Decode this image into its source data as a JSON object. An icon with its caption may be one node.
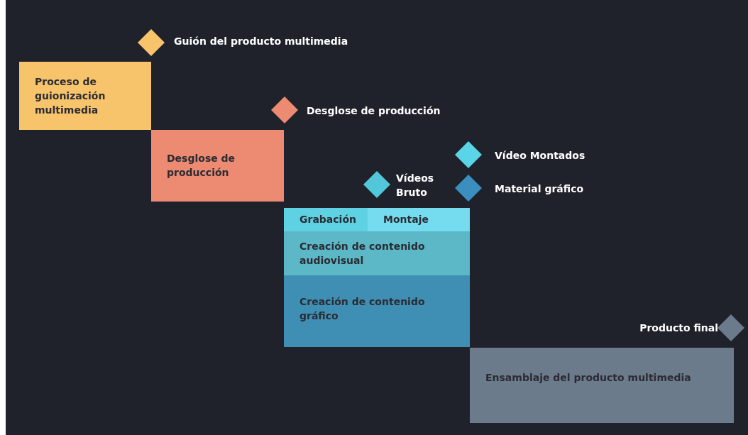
{
  "diagram": {
    "nodes": [
      {
        "text": [],
        "shape": "diamond",
        "beside": [
          "Guión del producto multimedia"
        ]
      },
      {
        "text": [
          "Proceso de guionización multimedia"
        ]
      },
      {
        "text": [],
        "shape": "diamond",
        "beside": [
          "Desglose de producción"
        ]
      },
      {
        "text": [
          "Desglose de producción"
        ]
      },
      {
        "text": [],
        "shape": "diamond",
        "beside": [
          "Vídeo Montados"
        ]
      },
      {
        "text": [],
        "shape": "diamond",
        "beside": [
          "Vídeos Bruto"
        ]
      },
      {
        "text": [],
        "shape": "diamond",
        "beside": [
          "Material gráfico"
        ]
      },
      {
        "text": [
          "Grabación"
        ]
      },
      {
        "text": [
          "Montaje"
        ]
      },
      {
        "text": [
          "Creación de contenido audiovisual"
        ]
      },
      {
        "text": [
          "Creación de contenido gráfico"
        ]
      },
      {
        "text": [],
        "shape": "diamond",
        "beside": [
          "Producto final"
        ]
      },
      {
        "text": [
          "Ensamblaje del producto multimedia"
        ]
      }
    ]
  }
}
